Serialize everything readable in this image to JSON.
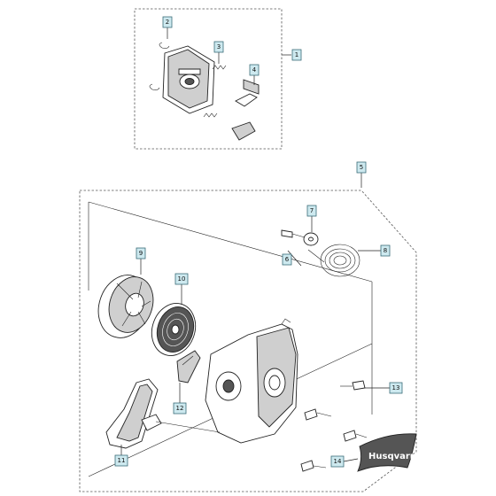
{
  "diagram": {
    "brand_text": "Husqvarna",
    "callouts": [
      {
        "id": "callout-1",
        "label": "1"
      },
      {
        "id": "callout-2",
        "label": "2"
      },
      {
        "id": "callout-3",
        "label": "3"
      },
      {
        "id": "callout-4",
        "label": "4"
      },
      {
        "id": "callout-5",
        "label": "5"
      },
      {
        "id": "callout-6",
        "label": "6"
      },
      {
        "id": "callout-7",
        "label": "7"
      },
      {
        "id": "callout-8",
        "label": "8"
      },
      {
        "id": "callout-9",
        "label": "9"
      },
      {
        "id": "callout-10",
        "label": "10"
      },
      {
        "id": "callout-11",
        "label": "11"
      },
      {
        "id": "callout-12",
        "label": "12"
      },
      {
        "id": "callout-13",
        "label": "13"
      },
      {
        "id": "callout-14",
        "label": "14"
      }
    ]
  }
}
